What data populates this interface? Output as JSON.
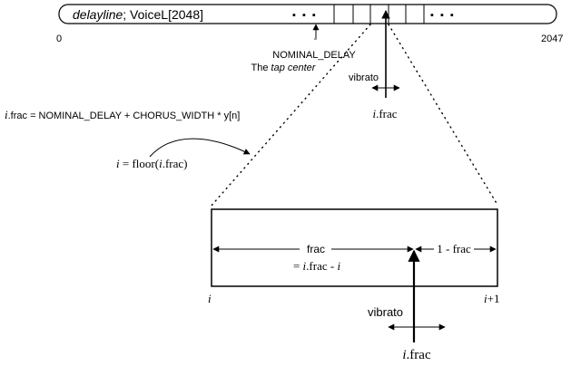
{
  "delayline": {
    "name": "delayline",
    "rest": "; VoiceL[2048]",
    "ellipsis_left": "▪ ▪ ▪",
    "ellipsis_right": "▪ ▪ ▪",
    "index_start": "0",
    "index_end": "2047"
  },
  "nominal": {
    "line1": "NOMINAL_DELAY",
    "line2_pre": "The ",
    "line2_em": "tap center"
  },
  "top_tap": {
    "vibrato": "vibrato",
    "ifrac_i": "i",
    "ifrac_rest": ".frac"
  },
  "formula": {
    "i": "i",
    "rest": ".frac = NOMINAL_DELAY  +  CHORUS_WIDTH * y[n]"
  },
  "floor": {
    "i": "i",
    "mid": " = floor(",
    "i2": "i",
    "end": ".frac)"
  },
  "zoom": {
    "frac_label": "frac",
    "frac_def_pre": "= ",
    "frac_def_i": "i",
    "frac_def_mid": ".frac - ",
    "frac_def_i2": "i",
    "one_minus_frac": "1 - frac",
    "left_index": "i",
    "right_index_i": "i",
    "right_index_rest": "+1",
    "vibrato": "vibrato",
    "ifrac_i": "i",
    "ifrac_rest": ".frac"
  }
}
